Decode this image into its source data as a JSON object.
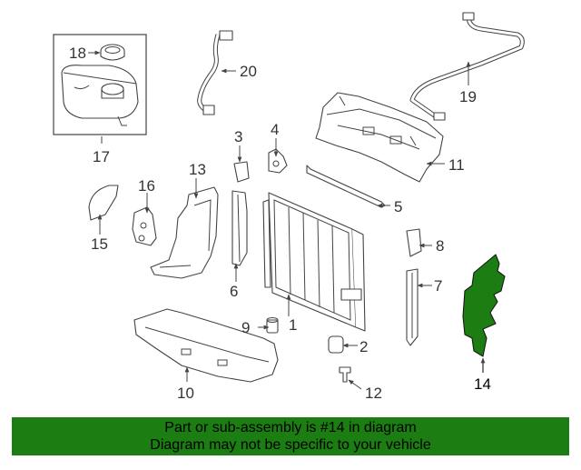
{
  "diagram": {
    "colors": {
      "highlight": "#1b7d12",
      "banner": "#1b7d12",
      "line": "#444444",
      "background": "#ffffff"
    },
    "callouts": [
      "1",
      "2",
      "3",
      "4",
      "5",
      "6",
      "7",
      "8",
      "9",
      "10",
      "11",
      "12",
      "13",
      "14",
      "15",
      "16",
      "17",
      "18",
      "19",
      "20"
    ],
    "highlighted_part": "14"
  },
  "banner": {
    "line1": "Part or sub-assembly is #14 in diagram",
    "line2": "Diagram may not be specific to your vehicle"
  }
}
